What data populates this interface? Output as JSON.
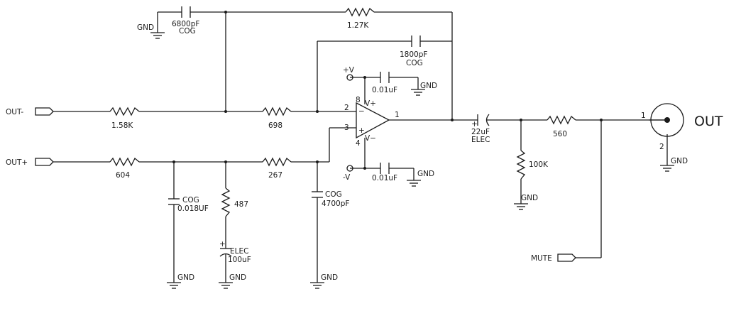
{
  "connectors": {
    "out_minus": "OUT-",
    "out_plus": "OUT+",
    "mute": "MUTE",
    "out": "OUT"
  },
  "components": {
    "c_6800": {
      "value": "6800pF",
      "type": "COG"
    },
    "r_127k": {
      "value": "1.27K"
    },
    "c_1800": {
      "value": "1800pF",
      "type": "COG"
    },
    "r_158k": {
      "value": "1.58K"
    },
    "r_698": {
      "value": "698"
    },
    "r_604": {
      "value": "604"
    },
    "r_267": {
      "value": "267"
    },
    "r_487": {
      "value": "487"
    },
    "c_018": {
      "type": "COG",
      "value": "0.018UF"
    },
    "c_4700": {
      "type": "COG",
      "value": "4700pF"
    },
    "c_100u": {
      "polarity": "+",
      "type": "ELEC",
      "value": "100uF"
    },
    "c_001_top": {
      "value": "0.01uF"
    },
    "c_001_bot": {
      "value": "0.01uF"
    },
    "c_22u": {
      "polarity": "+",
      "value": "22uF",
      "type": "ELEC"
    },
    "r_100k": {
      "value": "100K"
    },
    "r_560": {
      "value": "560"
    }
  },
  "opamp": {
    "pin_inverting": "2",
    "pin_noninverting": "3",
    "pin_output": "1",
    "pin_vplus": "8",
    "pin_vminus": "4",
    "sign_minus": "−",
    "sign_plus": "+",
    "label_vplus": "V+",
    "label_vminus": "V−"
  },
  "supplies": {
    "pos": "+V",
    "neg": "-V"
  },
  "jack": {
    "pin1": "1",
    "pin2": "2"
  },
  "ground_label": "GND"
}
